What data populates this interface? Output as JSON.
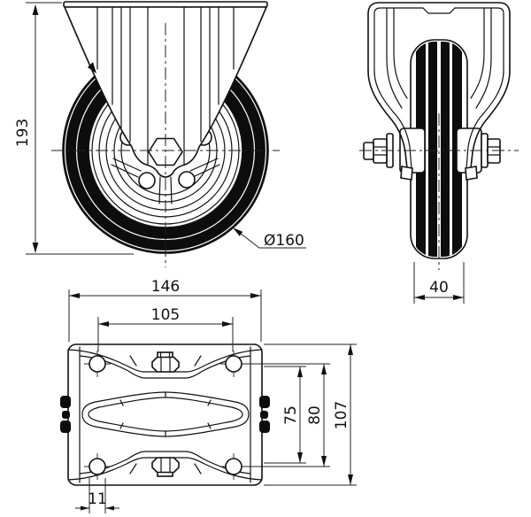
{
  "drawing": {
    "type": "technical-drawing",
    "subject": "fixed-caster-wheel-three-views",
    "colors": {
      "background": "#ffffff",
      "ink": "#111111",
      "tire_fill": "#0d0d0d",
      "dim_line": "#222222"
    },
    "dimensions": {
      "front_overall_height": "193",
      "wheel_diameter": "Ø160",
      "wheel_width": "40",
      "plate_width": "146",
      "hole_spacing_width": "105",
      "hole_spacing_inner_height": "75",
      "hole_spacing_height": "80",
      "plate_depth": "107",
      "hole_diameter": "11"
    }
  }
}
